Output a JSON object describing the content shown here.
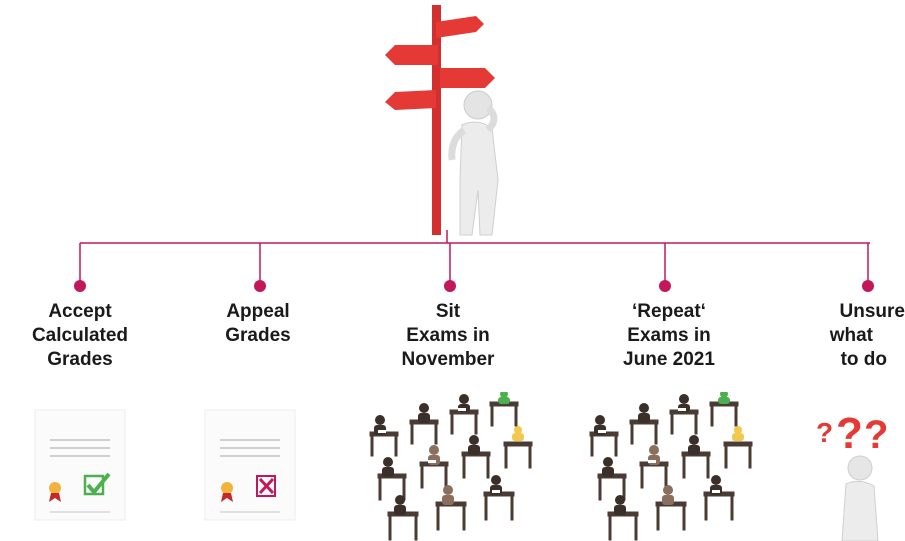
{
  "options": [
    {
      "lines": [
        "Accept",
        "Calculated",
        "Grades"
      ],
      "icon": "certificate-check-icon"
    },
    {
      "lines": [
        "Appeal",
        "Grades"
      ],
      "icon": "certificate-cross-icon"
    },
    {
      "lines": [
        "Sit",
        "Exams in",
        "November"
      ],
      "icon": "exam-hall-icon"
    },
    {
      "lines": [
        "‘Repeat‘",
        "Exams in",
        "June 2021"
      ],
      "icon": "exam-hall-icon"
    },
    {
      "lines": [
        "Unsure",
        "what",
        "to do"
      ],
      "icon": "question-figure-icon"
    }
  ],
  "colors": {
    "accent": "#c2185b",
    "sign": "#e53935",
    "figure": "#e8e8e8"
  }
}
